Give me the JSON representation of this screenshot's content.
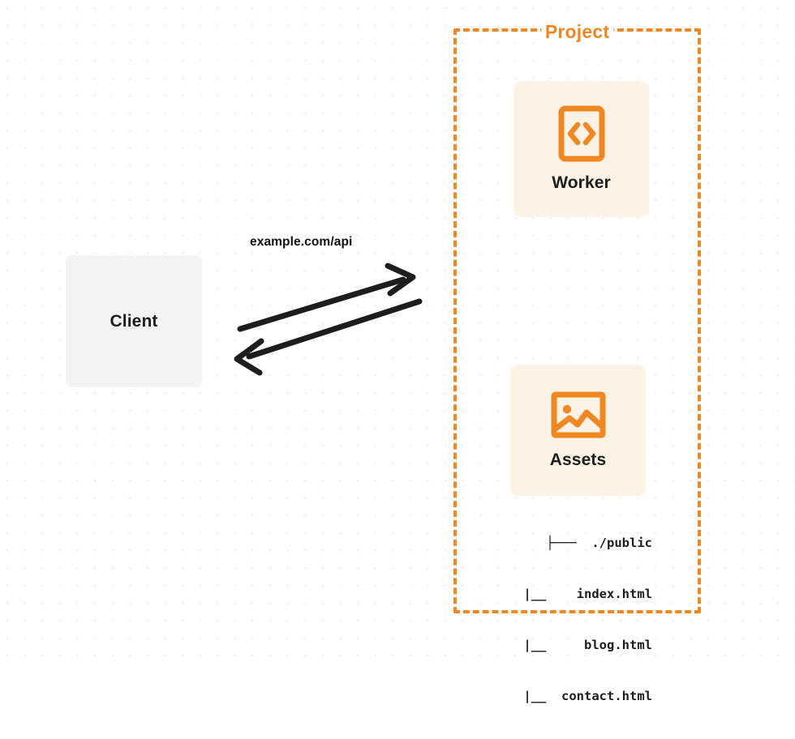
{
  "diagram": {
    "background": "dot-grid",
    "colors": {
      "accent_orange": "#ef8722",
      "card_fill": "#fdf2e6",
      "client_fill": "#f3f4f6",
      "text_dark": "#1d1d1d",
      "dot_grid": "#e9e9ea"
    },
    "client": {
      "label": "Client"
    },
    "project": {
      "label": "Project",
      "cards": [
        {
          "label": "Worker",
          "icon": "code-brackets-icon"
        },
        {
          "label": "Assets",
          "icon": "image-icon"
        }
      ],
      "file_tree": [
        "├───  ./public",
        "|__    index.html",
        "|__     blog.html",
        "|__  contact.html"
      ]
    },
    "connection": {
      "label": "example.com/api",
      "request_arrow": "arrow-right-icon",
      "response_arrow": "arrow-left-icon"
    }
  }
}
